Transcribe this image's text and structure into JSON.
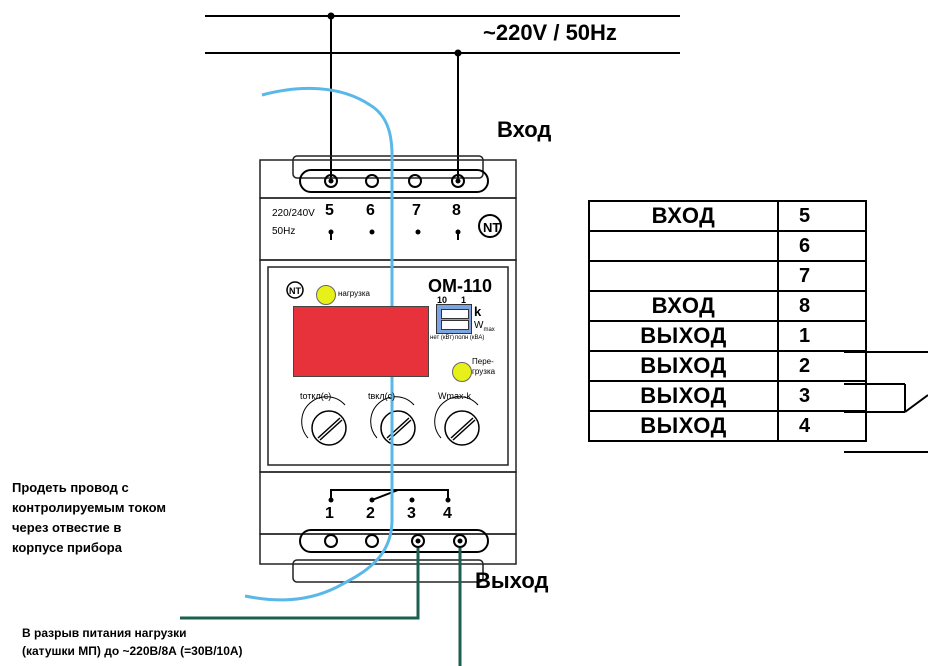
{
  "power_label": "~220V  / 50Hz",
  "input_label": "Вход",
  "output_label": "Выход",
  "device": {
    "top_spec": "220/240V",
    "top_freq": "50Hz",
    "top_terminals": [
      "5",
      "6",
      "7",
      "8"
    ],
    "bottom_terminals": [
      "1",
      "2",
      "3",
      "4"
    ],
    "model": "ОМ-110",
    "load_label": "нагрузка",
    "overload_label_1": "Пере-",
    "overload_label_2": "грузка",
    "switch_top_left": "10",
    "switch_top_right": "1",
    "switch_k": "k",
    "switch_w": "W",
    "switch_w_sub": "max",
    "switch_note_1": "нет (кВт)",
    "switch_note_2": "полн (кВА)",
    "knob1_label": "tоткл(с)",
    "knob2_label": "tвкл(с)",
    "knob3_label": "Wmax·k"
  },
  "note_left": [
    "Продеть провод с",
    "контролируемым током",
    "через отвестие в",
    "корпусе прибора"
  ],
  "note_bottom": [
    "В разрыв питания нагрузки",
    "(катушки МП) до ~220В/8А (=30В/10А)"
  ],
  "table": [
    {
      "name": "ВХОД",
      "num": "5"
    },
    {
      "name": "",
      "num": "6"
    },
    {
      "name": "",
      "num": "7"
    },
    {
      "name": "ВХОД",
      "num": "8"
    },
    {
      "name": "ВЫХОД",
      "num": "1"
    },
    {
      "name": "ВЫХОД",
      "num": "2"
    },
    {
      "name": "ВЫХОД",
      "num": "3"
    },
    {
      "name": "ВЫХОД",
      "num": "4"
    }
  ],
  "colors": {
    "display": "#e8323b",
    "led": "#e8f019",
    "wire_blue": "#5ab8e8",
    "wire_green": "#1d5f4f"
  }
}
